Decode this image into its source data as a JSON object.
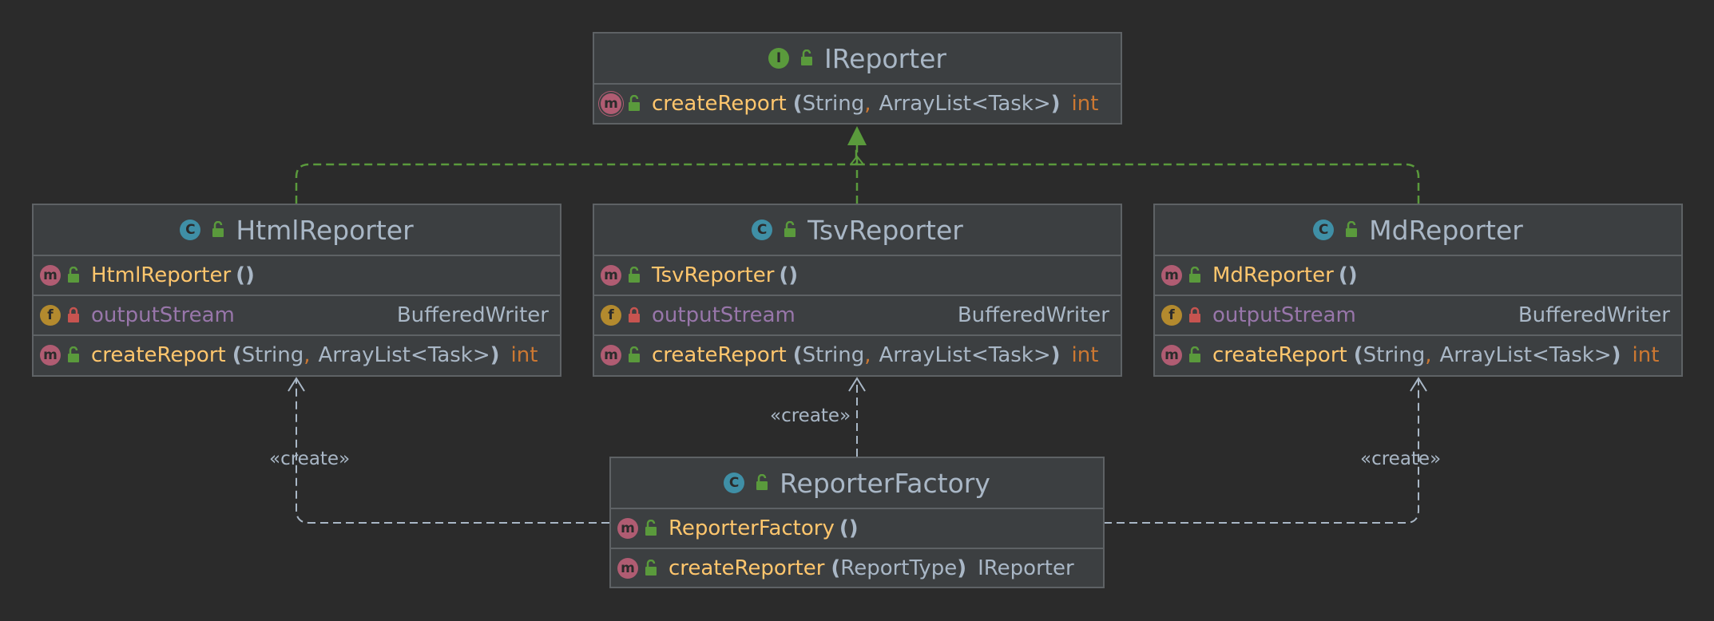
{
  "classes": {
    "ireporter": {
      "name": "IReporter",
      "kind_badge": "I",
      "methods": [
        {
          "name": "createReport",
          "params": [
            "String",
            "ArrayList<Task>"
          ],
          "returns": "int"
        }
      ]
    },
    "html": {
      "name": "HtmlReporter",
      "kind_badge": "C",
      "constructor": "HtmlReporter",
      "field": {
        "name": "outputStream",
        "type": "BufferedWriter"
      },
      "method": {
        "name": "createReport",
        "params": [
          "String",
          "ArrayList<Task>"
        ],
        "returns": "int"
      }
    },
    "tsv": {
      "name": "TsvReporter",
      "kind_badge": "C",
      "constructor": "TsvReporter",
      "field": {
        "name": "outputStream",
        "type": "BufferedWriter"
      },
      "method": {
        "name": "createReport",
        "params": [
          "String",
          "ArrayList<Task>"
        ],
        "returns": "int"
      }
    },
    "md": {
      "name": "MdReporter",
      "kind_badge": "C",
      "constructor": "MdReporter",
      "field": {
        "name": "outputStream",
        "type": "BufferedWriter"
      },
      "method": {
        "name": "createReport",
        "params": [
          "String",
          "ArrayList<Task>"
        ],
        "returns": "int"
      }
    },
    "factory": {
      "name": "ReporterFactory",
      "kind_badge": "C",
      "constructor": "ReporterFactory",
      "method": {
        "name": "createReporter",
        "params": [
          "ReportType"
        ],
        "returns": "IReporter"
      }
    }
  },
  "badges": {
    "method": "m",
    "field": "f",
    "paren_open": "(",
    "paren_close": ")",
    "comma": ",",
    "ctor_parens": "()"
  },
  "edges": [
    {
      "label": "«create»"
    },
    {
      "label": "«create»"
    },
    {
      "label": "«create»"
    }
  ],
  "colors": {
    "background": "#2b2b2b",
    "box": "#3c3f41",
    "border": "#5e6265",
    "method_name": "#ffc66d",
    "field_name": "#9876aa",
    "keyword": "#cc7832",
    "text": "#a9b7c6",
    "realization": "#5a9a3c",
    "dependency": "#a9b7c6",
    "public_lock": "#5a9a3c",
    "private_lock": "#c75450"
  }
}
